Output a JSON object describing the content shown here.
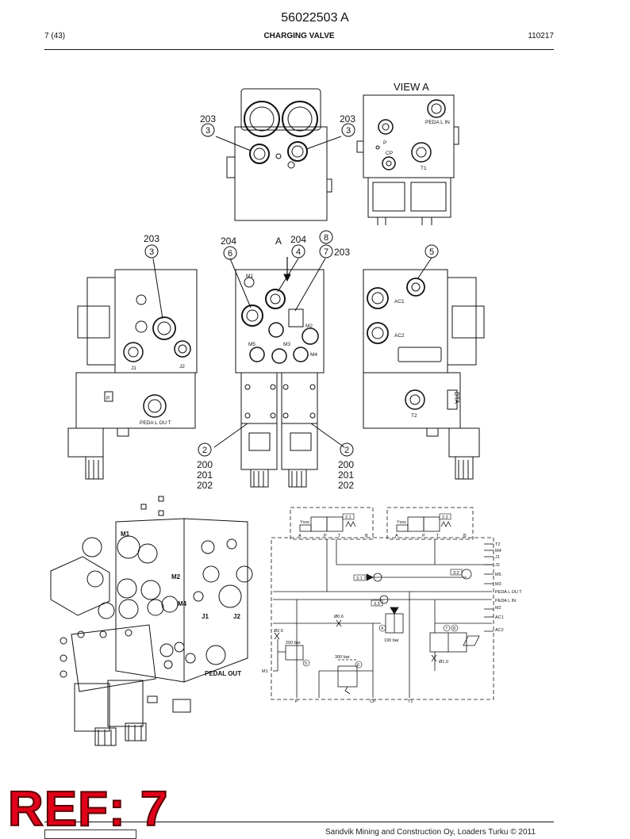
{
  "header": {
    "doc_number": "56022503 A",
    "page": "7 (43)",
    "title": "CHARGING VALVE",
    "date_code": "110217"
  },
  "views": {
    "view_a_title": "VIEW A",
    "arrow_label": "A"
  },
  "callouts": {
    "c203": "203",
    "c204": "204",
    "c200": "200",
    "c201": "201",
    "c202": "202",
    "n2": "2",
    "n3": "3",
    "n4": "4",
    "n5": "5",
    "n6": "6",
    "n7": "7",
    "n8": "8"
  },
  "port_labels": {
    "pedal_in": "PEDA L IN",
    "pedal_out": "PEDA L OU T",
    "p": "P",
    "cp": "CP",
    "t1": "T1",
    "t2": "T2",
    "j1": "J1",
    "j2": "J2",
    "m1": "M1",
    "m2": "M2",
    "m3": "M3",
    "m4": "M4",
    "m5": "M5",
    "ac1": "AC1",
    "ac2": "AC2",
    "bta": "BTA"
  },
  "iso_labels": {
    "m1": "M1",
    "m2": "M2",
    "m4": "M4",
    "j1": "J1",
    "j2": "J2",
    "pedal_out": "PEDAL OUT"
  },
  "schematic": {
    "tag21": "2.1",
    "tag22": "2.2",
    "tag31": "3.1",
    "tag32": "3.2",
    "tag33": "3.3",
    "tag4": "4",
    "tag5": "5",
    "tag6": "6",
    "tag7": "7",
    "tag8": "8",
    "yxxx": "Yxxx",
    "ports_top": [
      "A",
      "P",
      "T",
      "B"
    ],
    "right_ports": [
      "T2",
      "M4",
      "J1",
      "J2",
      "M5",
      "M3",
      "PEDA L OU T",
      "PEDA L IN",
      "M2",
      "AC1",
      "AC2"
    ],
    "bottom_ports": [
      "P",
      "CP",
      "T1"
    ],
    "m1": "M1",
    "o06": "Ø0.6",
    "o25": "Ø2.5",
    "o10": "Ø1.0",
    "bar200": "200 bar",
    "bar190": "190 bar",
    "bar300": "300 bar"
  },
  "ref_stamp": "REF: 7",
  "footer": {
    "copyright": "Sandvik Mining and Construction Oy, Loaders Turku © 2011"
  }
}
